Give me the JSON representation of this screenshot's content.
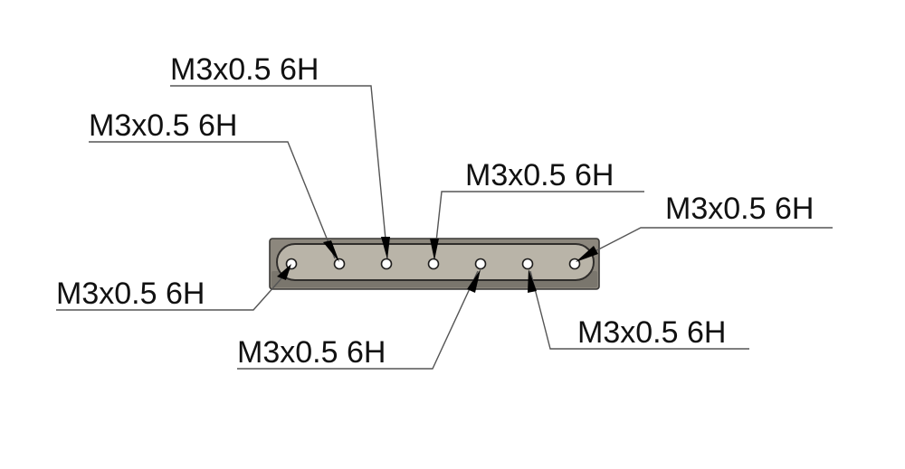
{
  "part": {
    "name": "",
    "colors": {
      "body": "#8c877d",
      "face": "#b9b4a8",
      "shade": "#7a766d",
      "edge": "#3a3836",
      "hole": "#ffffff",
      "leader": "#555555",
      "arrow": "#000000",
      "text": "#111111"
    }
  },
  "callouts": [
    {
      "id": "hole-1",
      "label": "M3x0.5 6H"
    },
    {
      "id": "hole-2",
      "label": "M3x0.5 6H"
    },
    {
      "id": "hole-3",
      "label": "M3x0.5 6H"
    },
    {
      "id": "hole-4",
      "label": "M3x0.5 6H"
    },
    {
      "id": "hole-5",
      "label": "M3x0.5 6H"
    },
    {
      "id": "hole-6",
      "label": "M3x0.5 6H"
    },
    {
      "id": "hole-7",
      "label": "M3x0.5 6H"
    }
  ]
}
